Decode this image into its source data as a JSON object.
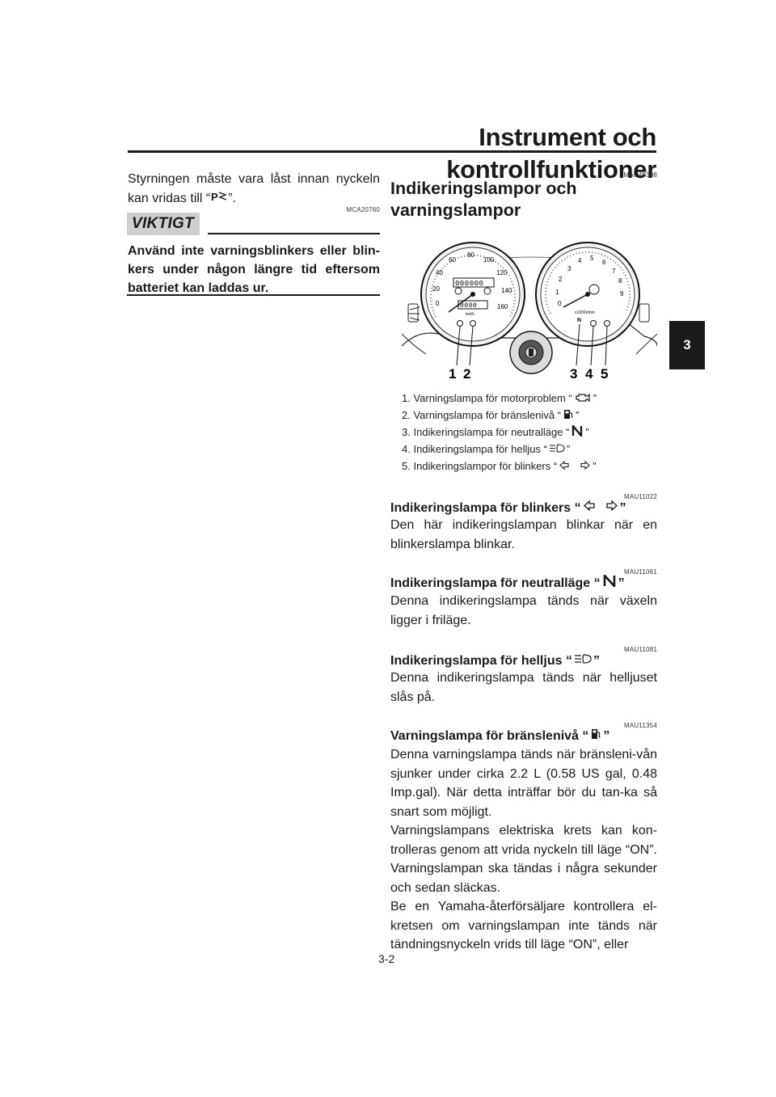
{
  "header": {
    "title": "Instrument och kontrollfunktioner",
    "chapter_tab": "3"
  },
  "left_column": {
    "intro_line1": "Styrningen måste vara låst innan nyckeln",
    "intro_line2_prefix": "kan vridas till “",
    "intro_line2_suffix": "”.",
    "intro_icon": "parking-key-icon",
    "notice_code": "MCA20760",
    "notice_label": "VIKTIGT",
    "notice_body": "Använd inte varningsblinkers eller blin-kers under någon längre tid eftersom batteriet kan laddas ur."
  },
  "right_column": {
    "section_code": "MAU49398",
    "section_title_line1": "Indikeringslampor och",
    "section_title_line2": "varningslampor",
    "figure": {
      "callouts": [
        "1",
        "2",
        "3",
        "4",
        "5"
      ],
      "speedo_ticks": [
        "0",
        "20",
        "40",
        "60",
        "80",
        "100",
        "120",
        "140",
        "160"
      ],
      "speedo_unit": "km/h",
      "odometer": "000000",
      "tripmeter": "0000",
      "tacho_ticks": [
        "0",
        "1",
        "2",
        "3",
        "4",
        "5",
        "6",
        "7",
        "8",
        "9"
      ],
      "tacho_unit": "x1000r/min",
      "tacho_lamp_n": "N"
    },
    "legend": [
      {
        "text_before": "1.  Varningslampa för motorproblem “",
        "icon": "engine-warning-icon",
        "text_after": "”"
      },
      {
        "text_before": "2.  Varningslampa för bränslenivå “",
        "icon": "fuel-pump-icon",
        "text_after": "”"
      },
      {
        "text_before": "3.  Indikeringslampa för neutralläge “",
        "icon": "neutral-n-icon",
        "text_after": "”"
      },
      {
        "text_before": "4.  Indikeringslampa för helljus “",
        "icon": "high-beam-icon",
        "text_after": "”"
      },
      {
        "text_before": "5.  Indikeringslampor för blinkers “",
        "icon": "turn-signal-icon",
        "text_after": "”"
      }
    ],
    "blocks": [
      {
        "code": "MAU11022",
        "head_before": "Indikeringslampa för blinkers “",
        "icon": "turn-signal-icon",
        "head_after": "”",
        "body": "Den här indikeringslampan blinkar när en blinkerslampa blinkar."
      },
      {
        "code": "MAU11061",
        "head_before": "Indikeringslampa för neutralläge “",
        "icon": "neutral-n-icon",
        "head_after": "”",
        "body": "Denna indikeringslampa tänds när växeln ligger i friläge."
      },
      {
        "code": "MAU11081",
        "head_before": "Indikeringslampa för helljus “",
        "icon": "high-beam-icon",
        "head_after": "”",
        "body": "Denna indikeringslampa tänds när helljuset slås på."
      },
      {
        "code": "MAU11354",
        "head_before": "Varningslampa för bränslenivå “",
        "icon": "fuel-pump-icon",
        "head_after": "”",
        "body": "Denna varningslampa tänds när bränsleni-vån sjunker under cirka 2.2 L (0.58 US gal, 0.48 Imp.gal). När detta inträffar bör du tan-ka så snart som möjligt.",
        "body2": "Varningslampans elektriska krets kan kon-trolleras genom att vrida nyckeln till läge “ON”. Varningslampan ska tändas i några sekunder och sedan släckas.",
        "body3": "Be en Yamaha-återförsäljare kontrollera el-kretsen om varningslampan inte tänds när tändningsnyckeln vrids till läge “ON”, eller"
      }
    ]
  },
  "footer": {
    "page_number": "3-2"
  }
}
